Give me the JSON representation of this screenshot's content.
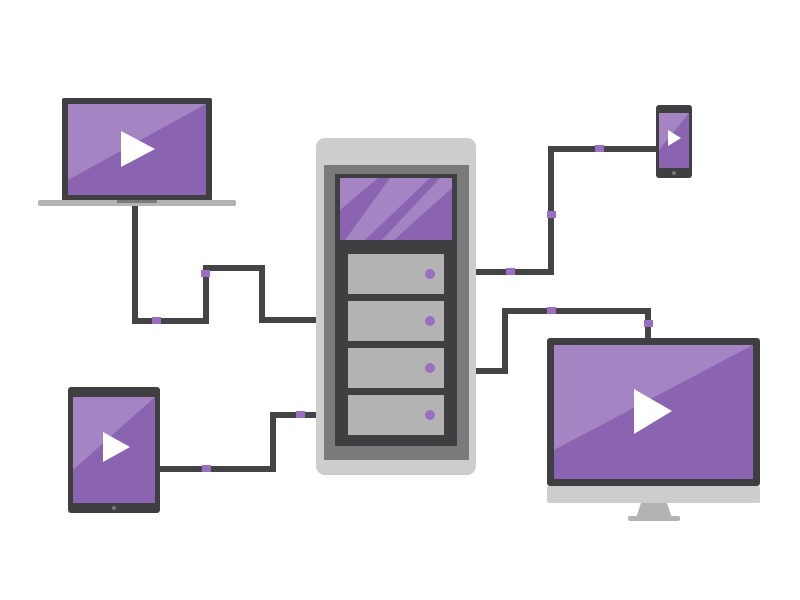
{
  "diagram": {
    "kind": "media-server-network",
    "nodes": [
      {
        "id": "server",
        "icon": "server-rack-icon",
        "slots": 4
      },
      {
        "id": "laptop",
        "icon": "laptop-icon",
        "content": "play-icon"
      },
      {
        "id": "tablet",
        "icon": "tablet-icon",
        "content": "play-icon"
      },
      {
        "id": "phone",
        "icon": "smartphone-icon",
        "content": "play-icon"
      },
      {
        "id": "monitor",
        "icon": "desktop-monitor-icon",
        "content": "play-icon"
      }
    ],
    "edges": [
      {
        "from": "server",
        "to": "laptop"
      },
      {
        "from": "server",
        "to": "tablet"
      },
      {
        "from": "server",
        "to": "phone"
      },
      {
        "from": "server",
        "to": "monitor"
      }
    ]
  },
  "colors": {
    "background": "#ffffff",
    "purple": "#8a64b0",
    "purple_light": "#a584c4",
    "accent_dot": "#9a6ec0",
    "device_frame": "#3f3f42",
    "cable": "#444446",
    "gray_light": "#cdcdcd",
    "gray_mid": "#b3b3b3",
    "gray_dark": "#7a7a7a",
    "white": "#ffffff"
  }
}
